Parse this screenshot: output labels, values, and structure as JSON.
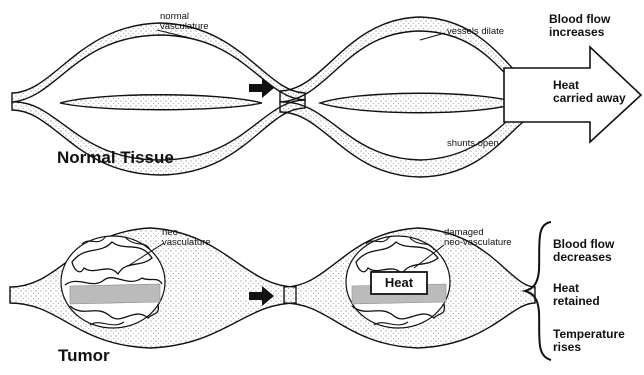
{
  "normal": {
    "title": "Normal Tissue",
    "vasculature_label_line1": "normal",
    "vasculature_label_line2": "vasculature",
    "dilate_label": "vessels dilate",
    "shunts_label": "shunts open",
    "outcome_line1": "Blood flow",
    "outcome_line2": "increases",
    "arrow_text_line1": "Heat",
    "arrow_text_line2": "carried away"
  },
  "tumor": {
    "title": "Tumor",
    "neo_label_line1": "neo-",
    "neo_label_line2": "vasculature",
    "damaged_label_line1": "damaged",
    "damaged_label_line2": "neo-vasculature",
    "heat_box": "Heat",
    "outcomes": [
      {
        "line1": "Blood flow",
        "line2": "decreases"
      },
      {
        "line1": "Heat",
        "line2": "retained"
      },
      {
        "line1": "Temperature",
        "line2": "rises"
      }
    ]
  },
  "colors": {
    "ink": "#111111",
    "stipple": "#555555",
    "shaded_band": "#bbbbbb"
  }
}
